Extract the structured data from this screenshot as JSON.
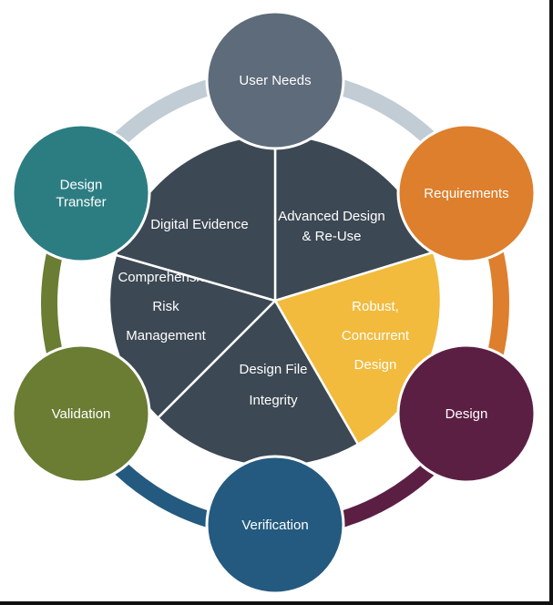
{
  "diagram": {
    "outer_nodes": [
      {
        "key": "user-needs",
        "lines": [
          "User Needs"
        ],
        "color": "#5d6b7a"
      },
      {
        "key": "requirements",
        "lines": [
          "Requirements"
        ],
        "color": "#dd7f2d"
      },
      {
        "key": "design",
        "lines": [
          "Design"
        ],
        "color": "#5c1f44"
      },
      {
        "key": "verification",
        "lines": [
          "Verification"
        ],
        "color": "#245a7f"
      },
      {
        "key": "validation",
        "lines": [
          "Validation"
        ],
        "color": "#6a7d33"
      },
      {
        "key": "design-transfer",
        "lines": [
          "Design",
          "Transfer"
        ],
        "color": "#2c7d82"
      }
    ],
    "connector_colors": [
      "#c2ccd5",
      "#dd7f2d",
      "#5c1f44",
      "#245a7f",
      "#6a7d33",
      "#c2ccd5"
    ],
    "center_segments": [
      {
        "key": "advanced-design",
        "lines": [
          "Advanced Design",
          "& Re-Use"
        ],
        "color": "#3c4853"
      },
      {
        "key": "robust-design",
        "lines": [
          "Robust,",
          "Concurrent",
          "Design"
        ],
        "color": "#f2bb3e"
      },
      {
        "key": "design-file-integrity",
        "lines": [
          "Design File",
          "Integrity"
        ],
        "color": "#3c4853"
      },
      {
        "key": "risk-management",
        "lines": [
          "Comprehensive",
          "Risk",
          "Management"
        ],
        "color": "#3c4853"
      },
      {
        "key": "digital-evidence",
        "lines": [
          "Digital Evidence"
        ],
        "color": "#3c4853"
      }
    ]
  }
}
